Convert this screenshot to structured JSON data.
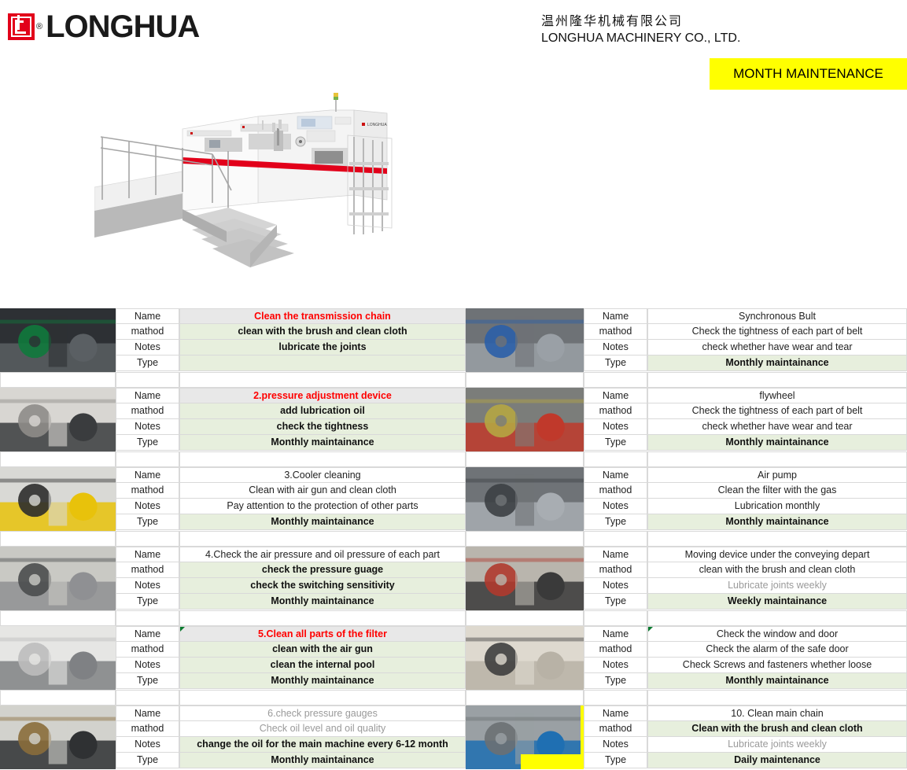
{
  "header": {
    "logo_text": "LONGHUA",
    "logo_registered": "®",
    "company_cn": "温州隆华机械有限公司",
    "company_en": "LONGHUA MACHINERY CO., LTD.",
    "banner_label": "MONTH MAINTENANCE",
    "banner_color": "#ffff00"
  },
  "hero": {
    "alt": "longhua-die-cutting-machine"
  },
  "row_labels": [
    "Name",
    "mathod",
    "Notes",
    "Type"
  ],
  "blocks": [
    {
      "left": {
        "photo": "transmission-chain-photo",
        "name": "Clean the transmission chain",
        "method": "clean with the brush and clean cloth",
        "notes": "lubricate the joints",
        "type": "",
        "name_style": "red-bold",
        "name_bg": "grey",
        "method_style": "bold",
        "method_bg": "green",
        "notes_style": "bold",
        "notes_bg": "green",
        "type_style": "bold",
        "type_bg": "green",
        "comment_marker": false
      },
      "right": {
        "photo": "synchronous-belt-photo",
        "name": "Synchronous Bult",
        "method": "Check the tightness of each part of belt",
        "notes": "check whether have wear and tear",
        "type": "Monthly maintainance",
        "name_style": "normal",
        "name_bg": "white",
        "method_style": "normal",
        "method_bg": "white",
        "notes_style": "normal",
        "notes_bg": "white",
        "type_style": "bold",
        "type_bg": "green",
        "comment_marker": false
      }
    },
    {
      "left": {
        "photo": "pressure-adjustment-device-photo",
        "name": "2.pressure adjustment device",
        "method": "add lubrication oil",
        "notes": "check the tightness",
        "type": "Monthly maintainance",
        "name_style": "red-bold",
        "name_bg": "grey",
        "method_style": "bold",
        "method_bg": "green",
        "notes_style": "bold",
        "notes_bg": "green",
        "type_style": "bold",
        "type_bg": "green",
        "comment_marker": false
      },
      "right": {
        "photo": "flywheel-photo",
        "name": "flywheel",
        "method": "Check the tightness of each part of belt",
        "notes": "check whether have wear and tear",
        "type": "Monthly maintainance",
        "name_style": "normal",
        "name_bg": "white",
        "method_style": "normal",
        "method_bg": "white",
        "notes_style": "normal",
        "notes_bg": "white",
        "type_style": "bold",
        "type_bg": "green",
        "comment_marker": false
      }
    },
    {
      "left": {
        "photo": "cooler-photo",
        "name": "3.Cooler cleaning",
        "method": "Clean with air gun and clean cloth",
        "notes": "Pay attention to the protection of other parts",
        "type": "Monthly maintainance",
        "name_style": "normal",
        "name_bg": "white",
        "method_style": "normal",
        "method_bg": "white",
        "notes_style": "normal",
        "notes_bg": "white",
        "type_style": "bold",
        "type_bg": "green",
        "comment_marker": false
      },
      "right": {
        "photo": "air-pump-photo",
        "name": "Air pump",
        "method": "Clean the filter with the gas",
        "notes": "Lubrication monthly",
        "type": "Monthly maintainance",
        "name_style": "normal",
        "name_bg": "white",
        "method_style": "normal",
        "method_bg": "white",
        "notes_style": "normal",
        "notes_bg": "white",
        "type_style": "bold",
        "type_bg": "green",
        "comment_marker": false
      }
    },
    {
      "left": {
        "photo": "pressure-gauges-panel-photo",
        "name": "4.Check the air pressure and oil pressure  of each part",
        "method": "check the pressure guage",
        "notes": "check the switching sensitivity",
        "type": "Monthly maintainance",
        "name_style": "normal",
        "name_bg": "white",
        "method_style": "bold",
        "method_bg": "green",
        "notes_style": "bold",
        "notes_bg": "green",
        "type_style": "bold",
        "type_bg": "green",
        "comment_marker": false
      },
      "right": {
        "photo": "moving-device-conveying-photo",
        "name": "Moving device under  the conveying depart",
        "method": "clean with the brush and clean cloth",
        "notes": "Lubricate joints weekly",
        "type": "Weekly maintainance",
        "name_style": "normal",
        "name_bg": "white",
        "method_style": "normal",
        "method_bg": "white",
        "notes_style": "grey",
        "notes_bg": "white",
        "type_style": "bold",
        "type_bg": "green",
        "comment_marker": false
      }
    },
    {
      "left": {
        "photo": "filter-cabinet-photo",
        "name": "5.Clean all parts of the filter",
        "method": "clean with the air gun",
        "notes": "clean the internal pool",
        "type": "Monthly maintainance",
        "name_style": "red-bold",
        "name_bg": "grey",
        "method_style": "bold",
        "method_bg": "green",
        "notes_style": "bold",
        "notes_bg": "green",
        "type_style": "bold",
        "type_bg": "green",
        "comment_marker": true
      },
      "right": {
        "photo": "window-and-door-photo",
        "name": "Check the window and door",
        "method": "Check the alarm of the safe door",
        "notes": "Check Screws and fasteners whether loose",
        "type": "Monthly maintainance",
        "name_style": "normal",
        "name_bg": "white",
        "method_style": "normal",
        "method_bg": "white",
        "notes_style": "normal",
        "notes_bg": "white",
        "type_style": "bold",
        "type_bg": "green",
        "comment_marker": true
      }
    },
    {
      "left": {
        "photo": "oil-pressure-gauge-photo",
        "name": "6.check pressure gauges",
        "method": "Check oil level and oil quality",
        "notes": "change the oil for the main machine every 6-12 month",
        "type": "Monthly maintainance",
        "name_style": "grey",
        "name_bg": "white",
        "method_style": "grey",
        "method_bg": "white",
        "notes_style": "bold",
        "notes_bg": "green",
        "type_style": "bold",
        "type_bg": "green",
        "comment_marker": false
      },
      "right": {
        "photo": "main-chain-sprocket-photo",
        "name": "10. Clean main chain",
        "method": "Clean with the brush and clean cloth",
        "notes": "Lubricate joints weekly",
        "type": "Daily maintenance",
        "name_style": "normal",
        "name_bg": "white",
        "method_style": "bold",
        "method_bg": "green",
        "notes_style": "grey",
        "notes_bg": "white",
        "type_style": "bold",
        "type_bg": "green",
        "comment_marker": false
      }
    }
  ]
}
